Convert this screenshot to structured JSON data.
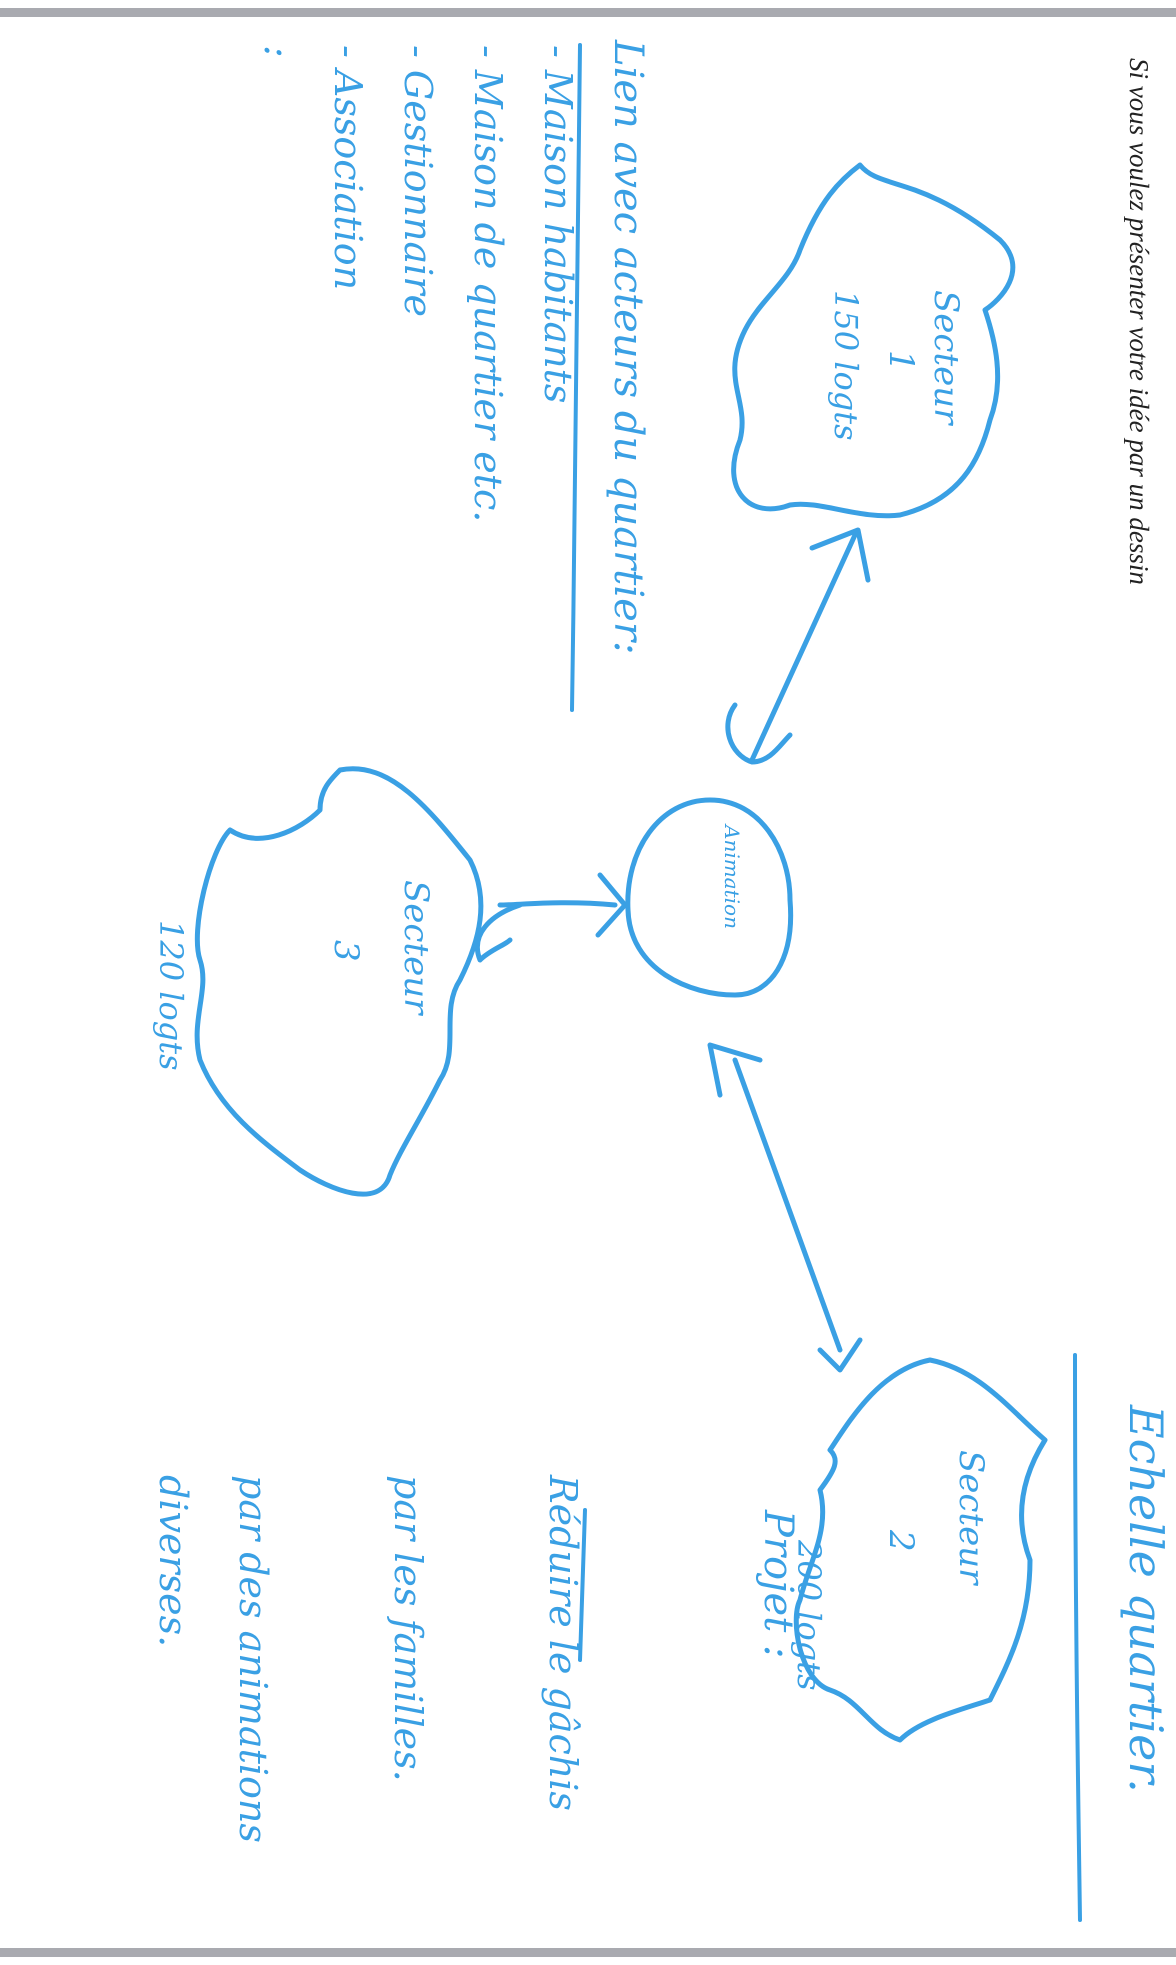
{
  "caption": "Si vous voulez présenter votre idée par un dessin",
  "ink_color": "#3aa0e4",
  "border_color": "#a9aab0",
  "clouds": {
    "secteur1": {
      "name": "Secteur",
      "number": "1",
      "count": "150 logts"
    },
    "secteur2": {
      "name": "Secteur",
      "number": "2",
      "count": "200 logts"
    },
    "secteur3": {
      "name": "Secteur",
      "number": "3",
      "count": "120 logts"
    },
    "animation": {
      "name": "Animation"
    }
  },
  "left_notes": {
    "title": "Lien avec acteurs du quartier:",
    "items": [
      "- Maison habitants",
      "- Maison de quartier etc.",
      "- Gestionnaire",
      "- Association",
      ":"
    ]
  },
  "right_notes": {
    "title": "Echelle quartier.",
    "subtitle": "Projet :",
    "lines": [
      "Réduire le gâchis",
      "par les familles.",
      "par des animations",
      "diverses."
    ]
  }
}
